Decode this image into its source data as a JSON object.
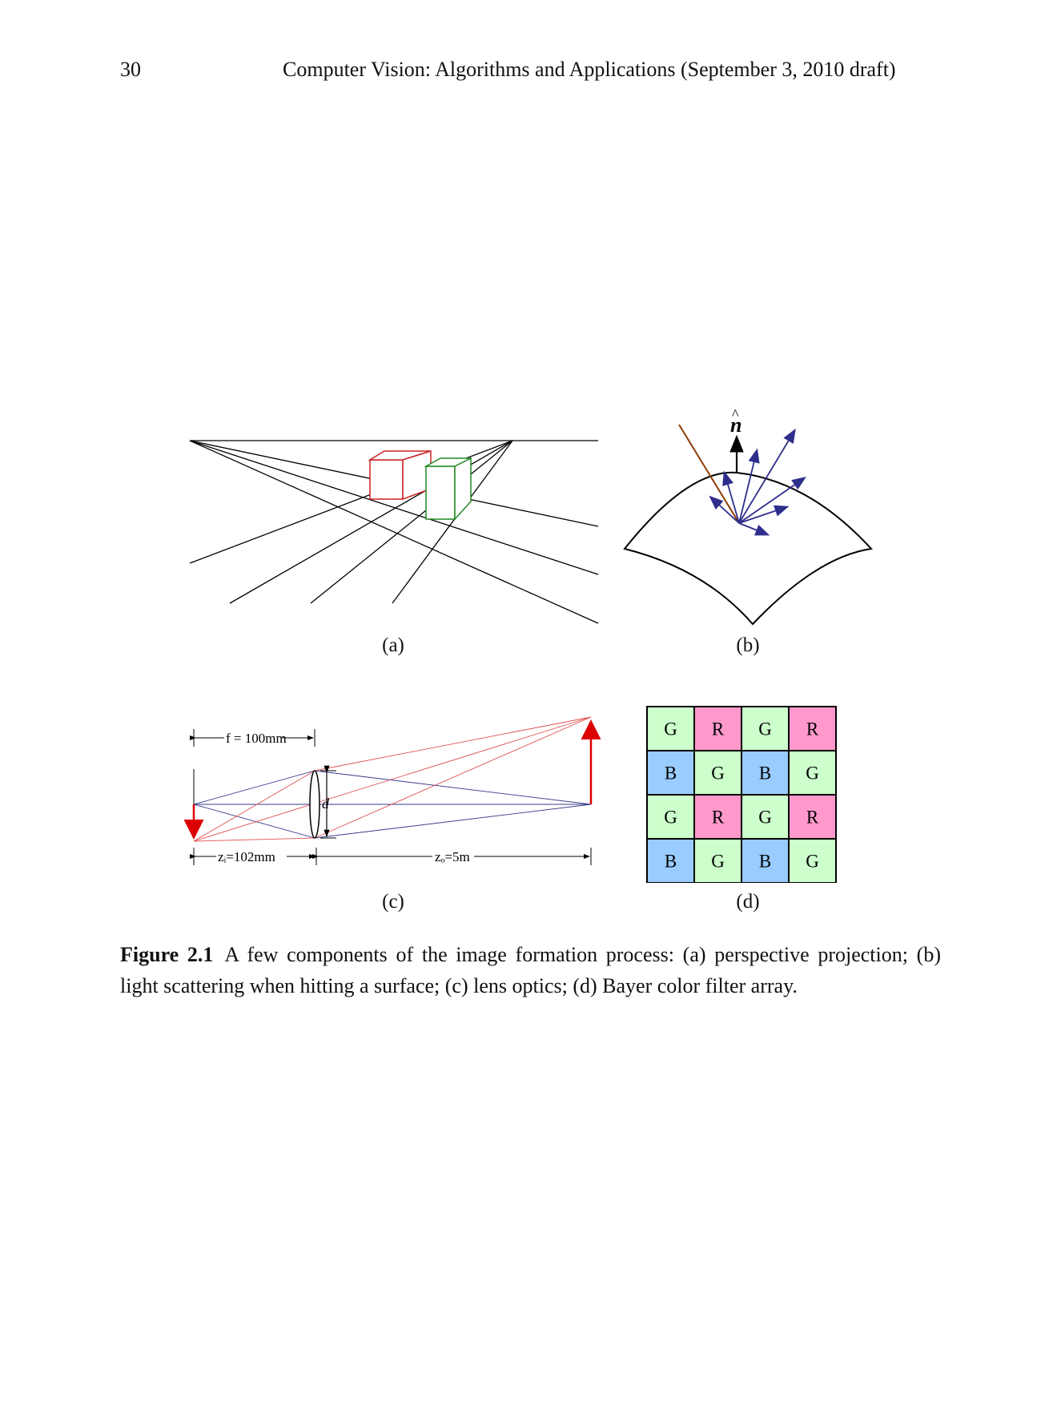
{
  "header": {
    "page_number": "30",
    "running_title": "Computer Vision: Algorithms and Applications (September 3, 2010 draft)"
  },
  "figure": {
    "panels": {
      "a": {
        "label": "(a)"
      },
      "b": {
        "label": "(b)",
        "normal_symbol": "n"
      },
      "c": {
        "label": "(c)",
        "f_label": "f = 100mm",
        "zi_label": "zᵢ=102mm",
        "zo_label": "zₒ=5m",
        "d_label": "d"
      },
      "d": {
        "label": "(d)",
        "grid": [
          [
            "G",
            "R",
            "G",
            "R"
          ],
          [
            "B",
            "G",
            "B",
            "G"
          ],
          [
            "G",
            "R",
            "G",
            "R"
          ],
          [
            "B",
            "G",
            "B",
            "G"
          ]
        ],
        "colors": {
          "G": "#ccffcc",
          "R": "#ff99cc",
          "B": "#99ccff"
        }
      }
    },
    "caption_label": "Figure 2.1",
    "caption_text": "A few components of the image formation process: (a) perspective projection; (b) light scattering when hitting a surface; (c) lens optics; (d) Bayer color filter array."
  }
}
